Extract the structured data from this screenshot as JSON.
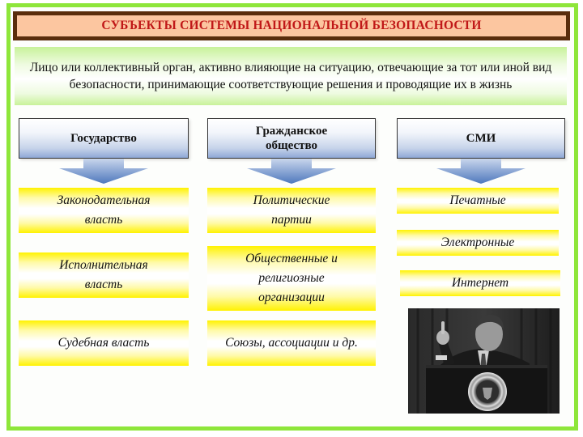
{
  "title": "СУБЪЕКТЫ СИСТЕМЫ НАЦИОНАЛЬНОЙ БЕЗОПАСНОСТИ",
  "definition": "Лицо или коллективный орган, активно влияющие на ситуацию, отвечающие за тот или иной вид безопасности, принимающие соответствующие решения и проводящие их в жизнь",
  "colors": {
    "frame_border": "#8ee63a",
    "title_border": "#5a2d0c",
    "title_background": "#fcc6a0",
    "title_text": "#c01818",
    "definition_band": "#c8f29a",
    "category_gradient_bottom": "#8fa8d6",
    "arrow_fill": "#5b84c4",
    "item_band": "#fff200"
  },
  "columns": [
    {
      "label": "Государство",
      "items": [
        "Законодательная власть",
        "Исполнительная власть",
        "Судебная власть"
      ]
    },
    {
      "label": "Гражданское общество",
      "items": [
        "Политические партии",
        "Общественные и религиозные организации",
        "Союзы, ассоциации и др."
      ]
    },
    {
      "label": "СМИ",
      "items": [
        "Печатные",
        "Электронные",
        "Интернет"
      ]
    }
  ],
  "photo": {
    "description": "black-and-white photo of a speaker at a podium with presidential seal, raising index finger"
  }
}
